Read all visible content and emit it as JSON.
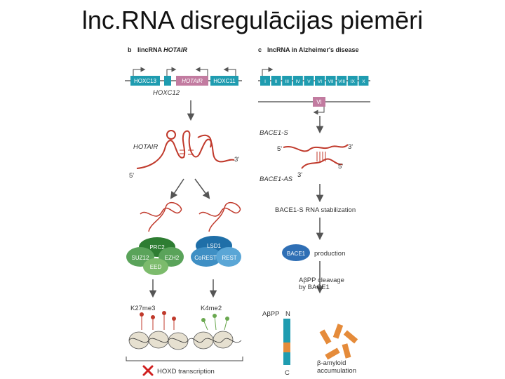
{
  "title": "lnc.RNA disregulācijas piemēri",
  "panel_b": {
    "letter": "b",
    "header_prefix": "lincRNA ",
    "header_gene": "HOTAIR",
    "genes": [
      "HOXC13",
      "HOTAIR",
      "HOXC11"
    ],
    "hoxc12_label": "HOXC12",
    "rna_label": "HOTAIR",
    "three_prime": "3'",
    "five_prime": "5'",
    "prc2": {
      "title": "PRC2",
      "parts": [
        "SUZ12",
        "EZH2",
        "EED"
      ]
    },
    "lsd1": {
      "title": "LSD1",
      "parts": [
        "CoREST",
        "REST"
      ]
    },
    "mark_left": "K27me3",
    "mark_right": "K4me2",
    "transcription_label": "HOXD transcription"
  },
  "panel_c": {
    "letter": "c",
    "header": "lncRNA in Alzheimer's disease",
    "exons": [
      "I",
      "II",
      "III",
      "IV",
      "V",
      "VI",
      "VII",
      "VIII",
      "IX",
      "X"
    ],
    "antisense_exon": "VI",
    "bace1_s": "BACE1-S",
    "bace1_as": "BACE1-AS",
    "five_prime": "5'",
    "three_prime": "3'",
    "stabilization": "BACE1-S RNA stabilization",
    "bace1_protein": "BACE1",
    "production": "production",
    "app_cleavage_line1": "AβPP cleavage",
    "app_cleavage_line2": "by BACE1",
    "app_label": "AβPP",
    "n_label": "N",
    "c_label": "C",
    "amyloid_line1": "β-amyloid",
    "amyloid_line2": "accumulation"
  },
  "colors": {
    "teal": "#1f9cb0",
    "pink": "#c27ba0",
    "rna_red": "#c0392b",
    "prc2_green": "#4c9a4a",
    "lsd1_blue": "#3f8fc4",
    "orange": "#e58b3a",
    "arrow_gray": "#555555"
  }
}
